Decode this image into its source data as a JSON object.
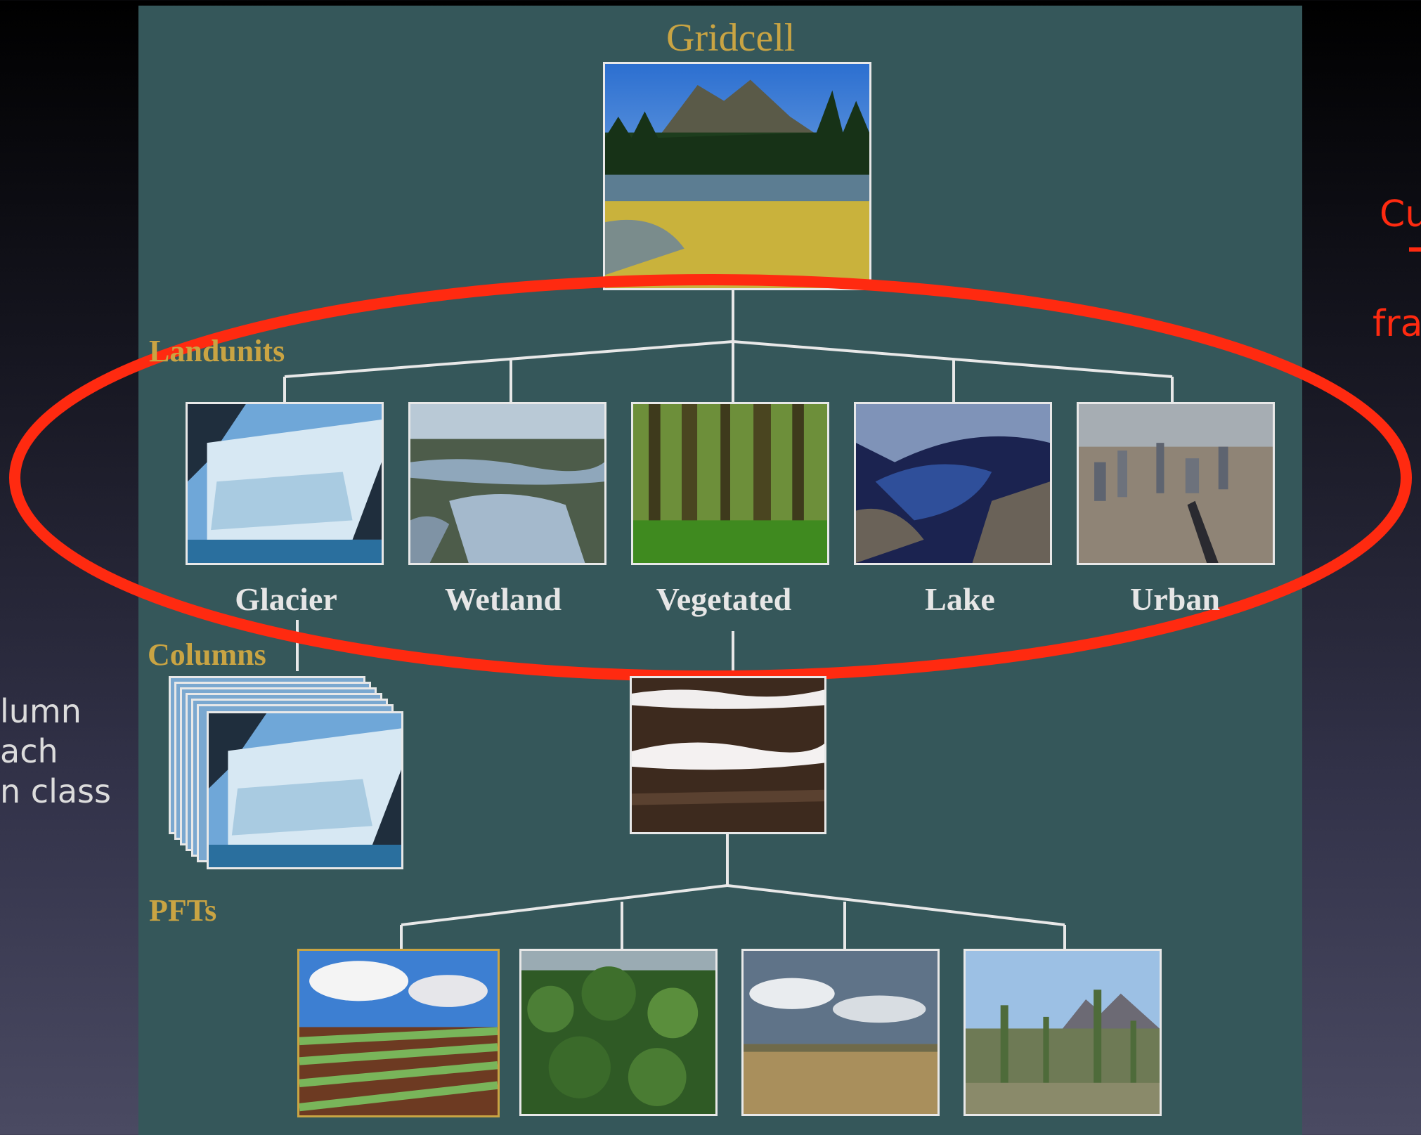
{
  "diagram": {
    "gridcell_title": "Gridcell",
    "landunits_header": "Landunits",
    "columns_header": "Columns",
    "pfts_header": "PFTs",
    "landunits": [
      {
        "label": "Glacier"
      },
      {
        "label": "Wetland"
      },
      {
        "label": "Vegetated"
      },
      {
        "label": "Lake"
      },
      {
        "label": "Urban"
      }
    ],
    "pft_count": 4
  },
  "annotations": {
    "left_lines": [
      "lumn",
      "ach",
      "n class"
    ],
    "right_lines": [
      "Cu",
      "",
      "fra"
    ]
  },
  "colors": {
    "panel": "#35575a",
    "header_gold": "#c9a443",
    "highlight_ellipse": "#ff2a10",
    "connector": "#e8e8e8"
  },
  "icons": [
    "mountain-forest-photo",
    "glacier-photo",
    "wetland-photo",
    "forest-photo",
    "lake-aerial-photo",
    "city-aerial-photo",
    "snow-soil-photo",
    "crop-field-photo",
    "tropical-forest-photo",
    "grassland-photo",
    "desert-cactus-photo"
  ]
}
